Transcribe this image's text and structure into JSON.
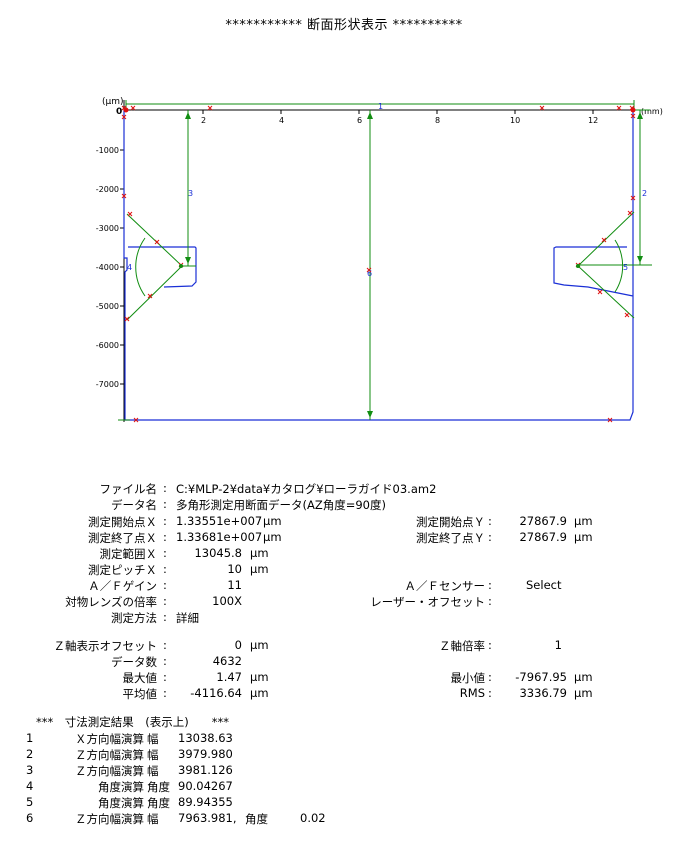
{
  "title": "*********** 断面形状表示 **********",
  "chart": {
    "yunit": "(μm)",
    "xunit": "(mm)",
    "x_ticks": [
      "2",
      "4",
      "6",
      "8",
      "10",
      "12"
    ],
    "y_ticks": [
      "0",
      "-1000",
      "-2000",
      "-3000",
      "-4000",
      "-5000",
      "-6000",
      "-7000"
    ],
    "markers": [
      "1",
      "2",
      "3",
      "4",
      "5",
      "6"
    ]
  },
  "info": {
    "file": {
      "label": "ファイル名",
      "value": "C:¥MLP-2¥data¥カタログ¥ローラガイド03.am2"
    },
    "data_name": {
      "label": "データ名",
      "value": "多角形測定用断面データ(AZ角度=90度)"
    },
    "start_x": {
      "label": "測定開始点Ｘ",
      "value": "1.33551e+007",
      "unit": "μm"
    },
    "end_x": {
      "label": "測定終了点Ｘ",
      "value": "1.33681e+007",
      "unit": "μm"
    },
    "range_x": {
      "label": "測定範囲Ｘ",
      "value": "13045.8",
      "unit": "μm"
    },
    "pitch_x": {
      "label": "測定ピッチＸ",
      "value": "10",
      "unit": "μm"
    },
    "af_gain": {
      "label": "Ａ／Ｆゲイン",
      "value": "11"
    },
    "lens": {
      "label": "対物レンズの倍率",
      "value": "100X"
    },
    "method": {
      "label": "測定方法",
      "value": "詳細"
    },
    "start_y": {
      "label": "測定開始点Ｙ",
      "value": "27867.9",
      "unit": "μm"
    },
    "end_y": {
      "label": "測定終了点Ｙ",
      "value": "27867.9",
      "unit": "μm"
    },
    "af_sensor": {
      "label": "Ａ／Ｆセンサー",
      "value": "Select"
    },
    "laser_offset": {
      "label": "レーザー・オフセット",
      "value": ""
    },
    "z_offset": {
      "label": "Ｚ軸表示オフセット",
      "value": "0",
      "unit": "μm"
    },
    "data_count": {
      "label": "データ数",
      "value": "4632"
    },
    "max": {
      "label": "最大値",
      "value": "1.47",
      "unit": "μm"
    },
    "mean": {
      "label": "平均値",
      "value": "-4116.64",
      "unit": "μm"
    },
    "z_scale": {
      "label": "Ｚ軸倍率",
      "value": "1"
    },
    "min": {
      "label": "最小値",
      "value": "-7967.95",
      "unit": "μm"
    },
    "rms": {
      "label": "RMS",
      "value": "3336.79",
      "unit": "μm"
    }
  },
  "results": {
    "header": "***　寸法測定結果　(表示上)　　***",
    "rows": [
      {
        "no": "1",
        "name": "Ｘ方向幅演算",
        "type": "幅",
        "value": "13038.63",
        "extra_label": "",
        "extra_value": ""
      },
      {
        "no": "2",
        "name": "Ｚ方向幅演算",
        "type": "幅",
        "value": "3979.980",
        "extra_label": "",
        "extra_value": ""
      },
      {
        "no": "3",
        "name": "Ｚ方向幅演算",
        "type": "幅",
        "value": "3981.126",
        "extra_label": "",
        "extra_value": ""
      },
      {
        "no": "4",
        "name": "角度演算",
        "type": "角度",
        "value": "90.04267",
        "extra_label": "",
        "extra_value": ""
      },
      {
        "no": "5",
        "name": "角度演算",
        "type": "角度",
        "value": "89.94355",
        "extra_label": "",
        "extra_value": ""
      },
      {
        "no": "6",
        "name": "Ｚ方向幅演算",
        "type": "幅",
        "value": "7963.981,",
        "extra_label": "角度",
        "extra_value": "0.02"
      }
    ]
  }
}
